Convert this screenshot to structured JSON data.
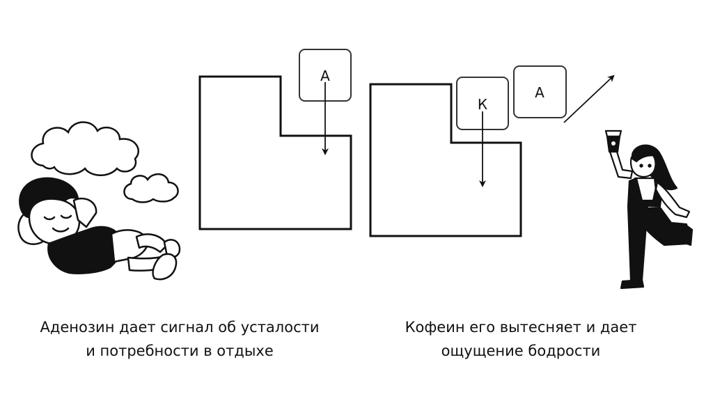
{
  "left_panel": {
    "block_label": "А",
    "caption_line1": "Аденозин дает сигнал об усталости",
    "caption_line2": "и потребности в отдыхе"
  },
  "right_panel": {
    "block_label_caffeine": "К",
    "block_label_adenosine": "А",
    "caption_line1": "Кофеин его вытесняет и дает",
    "caption_line2": "ощущение бодрости"
  },
  "icons": {
    "sleeping_person": "sleeping-person-illustration",
    "clouds": "cloud-icon",
    "energetic_person": "energetic-woman-with-coffee-illustration",
    "coffee_cup": "coffee-cup-icon"
  },
  "colors": {
    "stroke": "#111111",
    "block_fill": "#ffffff",
    "block_border": "#333333",
    "background": "#ffffff"
  }
}
